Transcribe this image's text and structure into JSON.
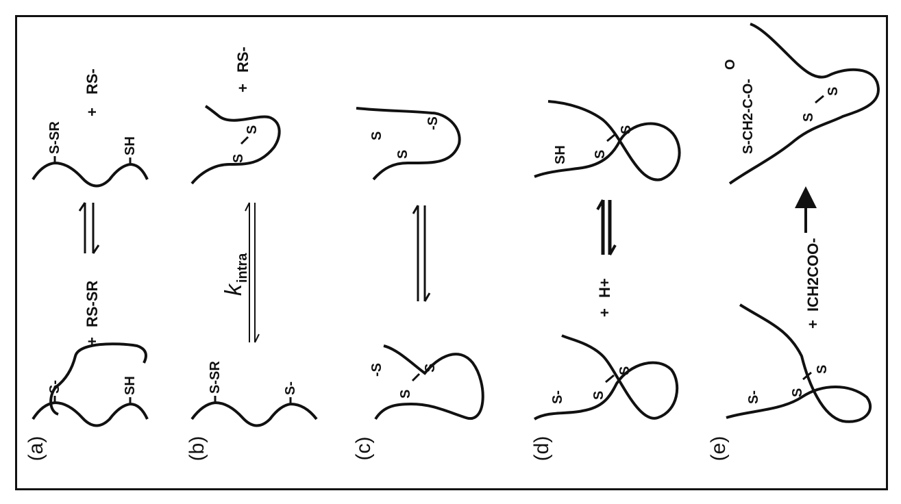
{
  "rows": [
    {
      "id": "a",
      "label": "(a)",
      "left": {
        "group1": "S-",
        "group2": "SH"
      },
      "plus_left": "+",
      "reagent_left": "RS-SR",
      "right": {
        "group1": "S-SR",
        "group2": "SH"
      },
      "plus_right": "+",
      "reagent_right": "RS-"
    },
    {
      "id": "b",
      "label": "(b)",
      "left": {
        "group1": "S-SR",
        "group2": "S-"
      },
      "rate": "k",
      "rate_sub": "intra",
      "right": {
        "bridge1": "S",
        "bridge2": "S"
      },
      "plus_right": "+",
      "reagent_right": "RS-"
    },
    {
      "id": "c",
      "label": "(c)",
      "left": {
        "group1": "-S",
        "bridge1": "S",
        "bridge2": "S"
      },
      "right": {
        "group1": "S",
        "bridge1": "S",
        "group2": "-S"
      }
    },
    {
      "id": "d",
      "label": "(d)",
      "left": {
        "group1": "S-",
        "bridge1": "S",
        "bridge2": "S"
      },
      "plus_left": "+",
      "reagent_left": "H+",
      "right": {
        "group1": "SH",
        "bridge1": "S",
        "bridge2": "S"
      }
    },
    {
      "id": "e",
      "label": "(e)",
      "left": {
        "group1": "S-",
        "bridge1": "S",
        "bridge2": "S"
      },
      "plus_left": "+",
      "reagent_left": "ICH2COO-",
      "right": {
        "group1": "S-CH2-C-O-",
        "carbonyl": "O",
        "bridge1": "S",
        "bridge2": "S"
      }
    }
  ]
}
